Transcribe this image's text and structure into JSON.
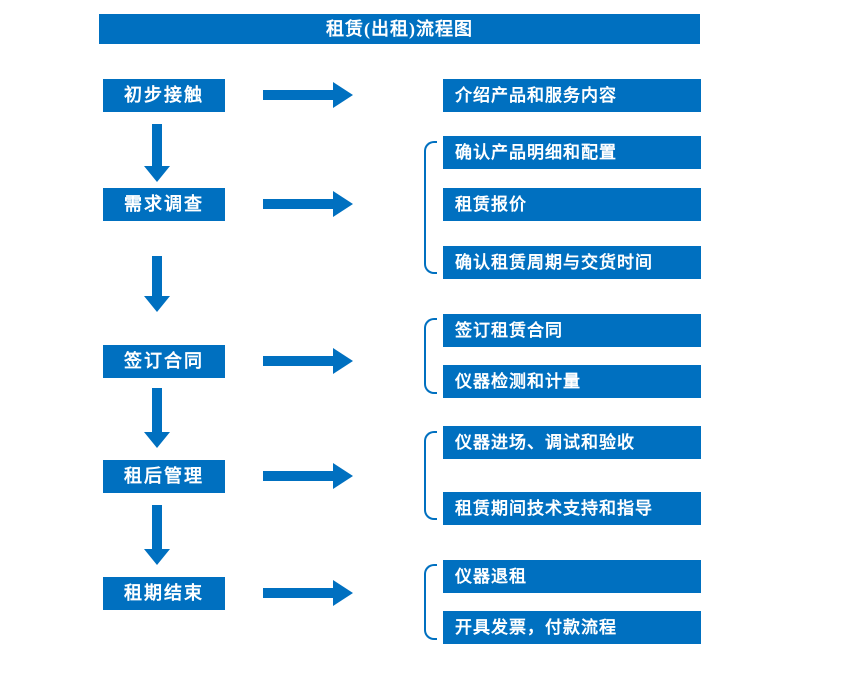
{
  "title": "租赁(出租)流程图",
  "colors": {
    "primary": "#0070C0"
  },
  "stages": [
    {
      "label": "初步接触",
      "outputs": [
        "介绍产品和服务内容"
      ]
    },
    {
      "label": "需求调查",
      "outputs": [
        "确认产品明细和配置",
        "租赁报价",
        "确认租赁周期与交货时间"
      ]
    },
    {
      "label": "签订合同",
      "outputs": [
        "签订租赁合同",
        "仪器检测和计量"
      ]
    },
    {
      "label": "租后管理",
      "outputs": [
        "仪器进场、调试和验收",
        "租赁期间技术支持和指导"
      ]
    },
    {
      "label": "租期结束",
      "outputs": [
        "仪器退租",
        "开具发票，付款流程"
      ]
    }
  ]
}
